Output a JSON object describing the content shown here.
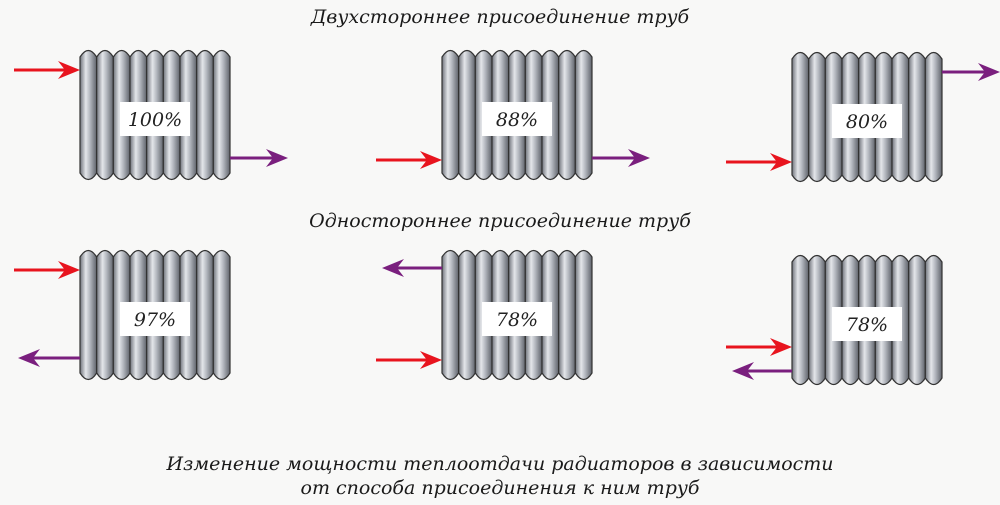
{
  "titles": {
    "two_sided": "Двухстороннее присоединение труб",
    "one_sided": "Одностороннее присоединение труб",
    "caption_line1": "Изменение мощности теплоотдачи радиаторов в зависимости",
    "caption_line2": "от способа присоединения к ним труб"
  },
  "colors": {
    "supply": "#e8141e",
    "return": "#7a1f7e",
    "section": "#a9adb5"
  },
  "radiators": [
    {
      "group": "two_sided",
      "percent": "100%",
      "supply": "top-left",
      "return": "bottom-right"
    },
    {
      "group": "two_sided",
      "percent": "88%",
      "supply": "bottom-left",
      "return": "bottom-right"
    },
    {
      "group": "two_sided",
      "percent": "80%",
      "supply": "bottom-left",
      "return": "top-right"
    },
    {
      "group": "one_sided",
      "percent": "97%",
      "supply": "top-left",
      "return": "bottom-left"
    },
    {
      "group": "one_sided",
      "percent": "78%",
      "supply": "bottom-left",
      "return": "top-left"
    },
    {
      "group": "one_sided",
      "percent": "78%",
      "supply": "bottom-left",
      "return": "bottom-left-low"
    }
  ]
}
